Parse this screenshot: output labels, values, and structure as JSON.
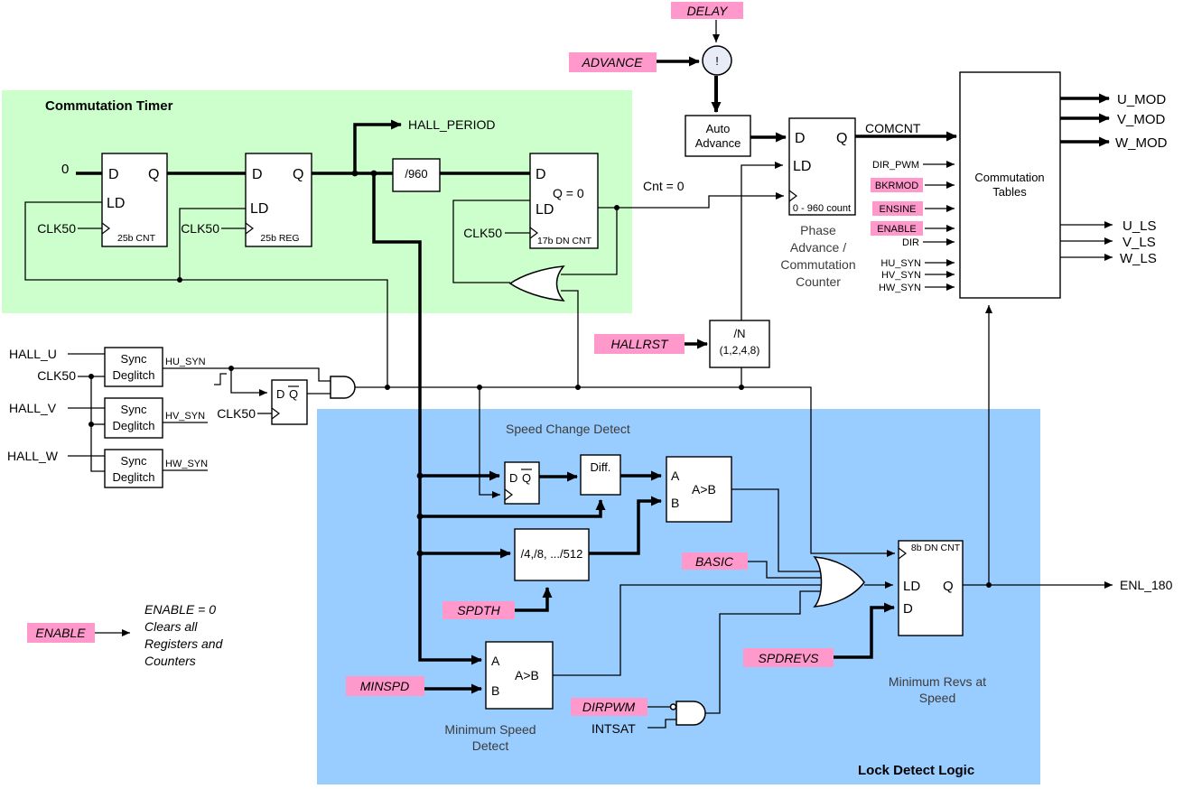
{
  "colors": {
    "region_green": "#ccffcc",
    "region_blue": "#99ccff",
    "pink": "#ff99cc",
    "circle_fill": "#e8ecf7"
  },
  "titles": {
    "commutation_timer": "Commutation Timer",
    "lock_detect": "Lock Detect Logic",
    "speed_change": "Speed Change Detect"
  },
  "captions": {
    "phase": [
      "Phase",
      "Advance /",
      "Commutation",
      "Counter"
    ],
    "min_speed": [
      "Minimum Speed",
      "Detect"
    ],
    "min_revs": [
      "Minimum Revs at",
      "Speed"
    ]
  },
  "pink_labels": {
    "delay": "DELAY",
    "advance": "ADVANCE",
    "hallrst": "HALLRST",
    "bkrmod": "BKRMOD",
    "ensine": "ENSINE",
    "enable": "ENABLE",
    "basic": "BASIC",
    "spdth": "SPDTH",
    "minspd": "MINSPD",
    "spdrevs": "SPDREVS",
    "dirpwm": "DIRPWM",
    "enable_note": "ENABLE"
  },
  "note": {
    "lines": [
      "ENABLE = 0",
      "Clears all",
      "Registers and",
      "Counters"
    ]
  },
  "ports": {
    "d": "D",
    "q": "Q",
    "ld": "LD",
    "a": "A",
    "b": "B",
    "a_gt_b": "A>B",
    "exclaim": "!"
  },
  "blocks": {
    "auto_advance": [
      "Auto",
      "Advance"
    ],
    "cnt25": "25b CNT",
    "reg25": "25b REG",
    "div960": "/960",
    "dncnt17": "17b DN CNT",
    "dncnt8": "8b DN CNT",
    "q_eq_0": "Q = 0",
    "count_range": "0 - 960 count",
    "divn": [
      "/N",
      "(1,2,4,8)"
    ],
    "sync": [
      "Sync",
      "Deglitch"
    ],
    "diff": "Diff.",
    "div_series": "/4,/8, .../512",
    "tables": [
      "Commutation",
      "Tables"
    ]
  },
  "signals": {
    "zero": "0",
    "clk50": "CLK50",
    "hall_period": "HALL_PERIOD",
    "cnt_eq_0": "Cnt = 0",
    "comcnt": "COMCNT",
    "dir_pwm": "DIR_PWM",
    "dir": "DIR",
    "hu_syn": "HU_SYN",
    "hv_syn": "HV_SYN",
    "hw_syn": "HW_SYN",
    "u_mod": "U_MOD",
    "v_mod": "V_MOD",
    "w_mod": "W_MOD",
    "u_ls": "U_LS",
    "v_ls": "V_LS",
    "w_ls": "W_LS",
    "hall_u": "HALL_U",
    "hall_v": "HALL_V",
    "hall_w": "HALL_W",
    "intsat": "INTSAT",
    "enl_180": "ENL_180"
  }
}
